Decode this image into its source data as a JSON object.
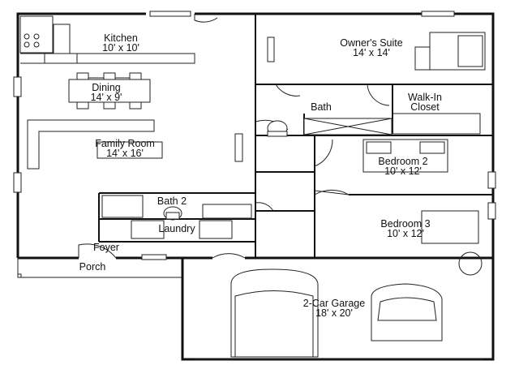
{
  "rooms": {
    "kitchen": {
      "name": "Kitchen",
      "size": "10' x 10'"
    },
    "dining": {
      "name": "Dining",
      "size": "14' x 9'"
    },
    "family_room": {
      "name": "Family Room",
      "size": "14' x 16'"
    },
    "owners_suite": {
      "name": "Owner's Suite",
      "size": "14' x 14'"
    },
    "bath": {
      "name": "Bath"
    },
    "walk_in_closet": {
      "name_line1": "Walk-In",
      "name_line2": "Closet"
    },
    "bedroom2": {
      "name": "Bedroom 2",
      "size": "10' x 12'"
    },
    "bath2": {
      "name": "Bath 2"
    },
    "laundry": {
      "name": "Laundry"
    },
    "bedroom3": {
      "name": "Bedroom 3",
      "size": "10' x 12'"
    },
    "foyer": {
      "name": "Foyer"
    },
    "porch": {
      "name": "Porch"
    },
    "garage": {
      "name": "2-Car Garage",
      "size": "18' x 20'"
    }
  }
}
